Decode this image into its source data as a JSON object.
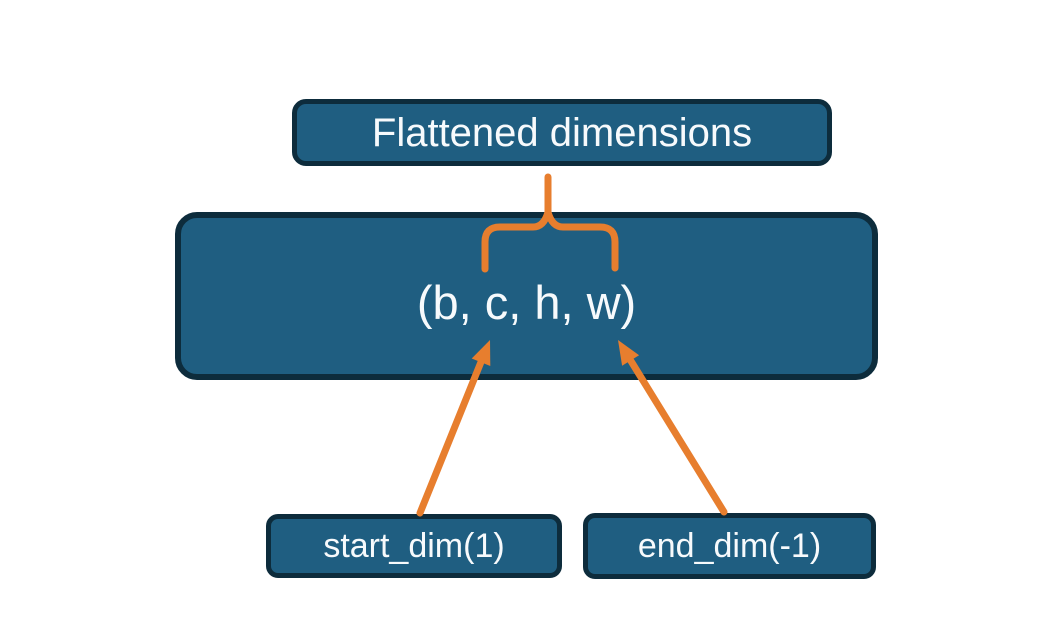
{
  "diagram": {
    "flattened_box": {
      "label": "Flattened dimensions"
    },
    "tensor_box": {
      "label": "(b, c, h, w)"
    },
    "start_dim_box": {
      "label": "start_dim(1)"
    },
    "end_dim_box": {
      "label": "end_dim(-1)"
    }
  },
  "colors": {
    "box_fill": "#1f5e81",
    "box_border": "#0d2c3c",
    "connector": "#e77e2e",
    "text": "#f7fafc",
    "background": "#ffffff"
  }
}
